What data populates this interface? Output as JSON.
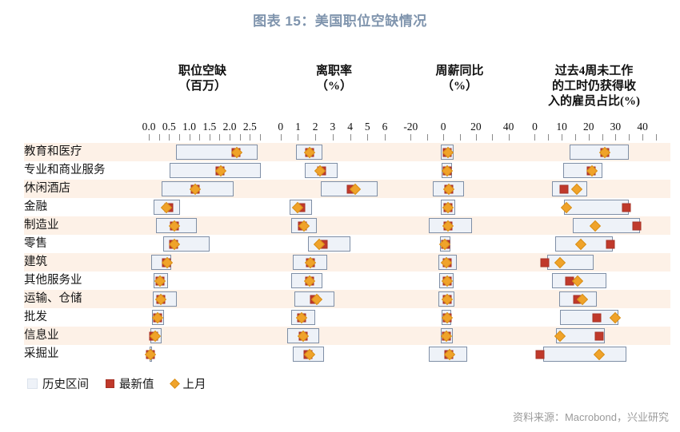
{
  "title": "图表 15：美国职位空缺情况",
  "source": "资料来源：Macrobond，兴业研究",
  "legend": {
    "items": [
      {
        "name": "history-range",
        "label": "历史区间",
        "swatch": "box",
        "color": "#eef2f8"
      },
      {
        "name": "latest-value",
        "label": "最新值",
        "swatch": "square",
        "color": "#c0392b"
      },
      {
        "name": "last-month",
        "label": "上月",
        "swatch": "diamond",
        "color": "#f0a32a"
      }
    ]
  },
  "categories": [
    "教育和医疗",
    "专业和商业服务",
    "休闲酒店",
    "金融",
    "制造业",
    "零售",
    "建筑",
    "其他服务业",
    "运输、仓储",
    "批发",
    "信息业",
    "采掘业"
  ],
  "chart_data": {
    "type": "range-dot",
    "title": "图表 15：美国职位空缺情况",
    "ylabel": "",
    "grid": false,
    "legend_position": "bottom-left",
    "categories": [
      "教育和医疗",
      "专业和商业服务",
      "休闲酒店",
      "金融",
      "制造业",
      "零售",
      "建筑",
      "其他服务业",
      "运输、仓储",
      "批发",
      "信息业",
      "采掘业"
    ],
    "panels": [
      {
        "name": "job-openings",
        "title_lines": [
          "职位空缺",
          "（百万）"
        ],
        "unit": "百万",
        "xlim": [
          -0.2,
          2.85
        ],
        "ticks": [
          0.0,
          0.25,
          0.5,
          0.75,
          1.0,
          1.25,
          1.5,
          1.75,
          2.0,
          2.25,
          2.5,
          2.75
        ],
        "tick_labels": [
          {
            "value": 0.0,
            "text": "0.0"
          },
          {
            "value": 0.5,
            "text": "0.5"
          },
          {
            "value": 1.0,
            "text": "1.0"
          },
          {
            "value": 1.5,
            "text": "1.5"
          },
          {
            "value": 2.0,
            "text": "2.0"
          },
          {
            "value": 2.5,
            "text": "2.5"
          }
        ],
        "rows": [
          {
            "category": "教育和医疗",
            "range": [
              0.68,
              2.7
            ],
            "latest": 2.15,
            "prev": 2.18
          },
          {
            "category": "专业和商业服务",
            "range": [
              0.52,
              2.78
            ],
            "latest": 1.77,
            "prev": 1.78
          },
          {
            "category": "休闲酒店",
            "range": [
              0.32,
              2.1
            ],
            "latest": 1.14,
            "prev": 1.15
          },
          {
            "category": "金融",
            "range": [
              0.12,
              0.78
            ],
            "latest": 0.5,
            "prev": 0.44
          },
          {
            "category": "制造业",
            "range": [
              0.18,
              1.18
            ],
            "latest": 0.64,
            "prev": 0.64
          },
          {
            "category": "零售",
            "range": [
              0.36,
              1.5
            ],
            "latest": 0.62,
            "prev": 0.63
          },
          {
            "category": "建筑",
            "range": [
              0.05,
              0.55
            ],
            "latest": 0.44,
            "prev": 0.45
          },
          {
            "category": "其他服务业",
            "range": [
              0.11,
              0.48
            ],
            "latest": 0.27,
            "prev": 0.27
          },
          {
            "category": "运输、仓储",
            "range": [
              0.1,
              0.7
            ],
            "latest": 0.29,
            "prev": 0.29
          },
          {
            "category": "批发",
            "range": [
              0.07,
              0.37
            ],
            "latest": 0.21,
            "prev": 0.22
          },
          {
            "category": "信息业",
            "range": [
              0.04,
              0.32
            ],
            "latest": 0.12,
            "prev": 0.15
          },
          {
            "category": "采掘业",
            "range": [
              0.01,
              0.05
            ],
            "latest": 0.03,
            "prev": 0.03
          }
        ]
      },
      {
        "name": "quits-rate",
        "title_lines": [
          "离职率",
          "（%）"
        ],
        "unit": "%",
        "xlim": [
          -0.45,
          6.6
        ],
        "ticks": [
          0,
          1,
          2,
          3,
          4,
          5,
          6
        ],
        "tick_labels": [
          {
            "value": 0,
            "text": "0"
          },
          {
            "value": 1,
            "text": "1"
          },
          {
            "value": 2,
            "text": "2"
          },
          {
            "value": 3,
            "text": "3"
          },
          {
            "value": 4,
            "text": "4"
          },
          {
            "value": 5,
            "text": "5"
          },
          {
            "value": 6,
            "text": "6"
          }
        ],
        "rows": [
          {
            "category": "教育和医疗",
            "range": [
              0.9,
              2.4
            ],
            "latest": 1.65,
            "prev": 1.65
          },
          {
            "category": "专业和商业服务",
            "range": [
              1.4,
              3.3
            ],
            "latest": 2.35,
            "prev": 2.25
          },
          {
            "category": "休闲酒店",
            "range": [
              2.3,
              5.6
            ],
            "latest": 4.05,
            "prev": 4.3
          },
          {
            "category": "金融",
            "range": [
              0.5,
              1.8
            ],
            "latest": 1.15,
            "prev": 0.98
          },
          {
            "category": "制造业",
            "range": [
              0.6,
              2.1
            ],
            "latest": 1.25,
            "prev": 1.35
          },
          {
            "category": "零售",
            "range": [
              1.6,
              4.0
            ],
            "latest": 2.45,
            "prev": 2.2
          },
          {
            "category": "建筑",
            "range": [
              0.7,
              2.7
            ],
            "latest": 1.7,
            "prev": 1.7
          },
          {
            "category": "其他服务业",
            "range": [
              0.6,
              2.4
            ],
            "latest": 1.65,
            "prev": 1.68
          },
          {
            "category": "运输、仓储",
            "range": [
              0.8,
              3.1
            ],
            "latest": 1.95,
            "prev": 2.1
          },
          {
            "category": "批发",
            "range": [
              0.6,
              2.0
            ],
            "latest": 1.22,
            "prev": 1.22
          },
          {
            "category": "信息业",
            "range": [
              0.4,
              2.2
            ],
            "latest": 1.28,
            "prev": 1.28
          },
          {
            "category": "采掘业",
            "range": [
              0.7,
              2.5
            ],
            "latest": 1.6,
            "prev": 1.66
          }
        ]
      },
      {
        "name": "weekly-earnings-yoy",
        "title_lines": [
          "周薪同比",
          "（%）"
        ],
        "unit": "%",
        "xlim": [
          -28,
          48
        ],
        "ticks": [
          -20,
          -10,
          0,
          10,
          20,
          30,
          40
        ],
        "tick_labels": [
          {
            "value": -20,
            "text": "-20"
          },
          {
            "value": 0,
            "text": "0"
          },
          {
            "value": 20,
            "text": "20"
          },
          {
            "value": 40,
            "text": "40"
          }
        ],
        "rows": [
          {
            "category": "教育和医疗",
            "range": [
              -1.5,
              6.5
            ],
            "latest": 2.6,
            "prev": 3.0
          },
          {
            "category": "专业和商业服务",
            "range": [
              -1.0,
              5.5
            ],
            "latest": 2.3,
            "prev": 2.3
          },
          {
            "category": "休闲酒店",
            "range": [
              -6.5,
              12.5
            ],
            "latest": 3.2,
            "prev": 3.2
          },
          {
            "category": "金融",
            "range": [
              -1.5,
              7.5
            ],
            "latest": 3.0,
            "prev": 3.0
          },
          {
            "category": "制造业",
            "range": [
              -9.0,
              17.5
            ],
            "latest": 3.1,
            "prev": 3.1
          },
          {
            "category": "零售",
            "range": [
              -1.8,
              4.5
            ],
            "latest": 1.2,
            "prev": 0.8
          },
          {
            "category": "建筑",
            "range": [
              -3.0,
              8.5
            ],
            "latest": 2.3,
            "prev": 2.0
          },
          {
            "category": "其他服务业",
            "range": [
              -2.5,
              6.5
            ],
            "latest": 2.4,
            "prev": 2.4
          },
          {
            "category": "运输、仓储",
            "range": [
              -2.8,
              7.0
            ],
            "latest": 2.6,
            "prev": 2.6
          },
          {
            "category": "批发",
            "range": [
              -1.2,
              5.0
            ],
            "latest": 2.2,
            "prev": 2.2
          },
          {
            "category": "信息业",
            "range": [
              -1.5,
              6.0
            ],
            "latest": 2.0,
            "prev": 1.7
          },
          {
            "category": "采掘业",
            "range": [
              -9.0,
              14.5
            ],
            "latest": 3.4,
            "prev": 3.8
          }
        ]
      },
      {
        "name": "paid-hours-not-worked-share",
        "title_lines": [
          "过去4周未工作",
          "的工时仍获得收",
          "入的雇员占比(%)"
        ],
        "unit": "%",
        "xlim": [
          -4,
          48
        ],
        "ticks": [
          0,
          5,
          10,
          15,
          20,
          25,
          30,
          35,
          40,
          45
        ],
        "tick_labels": [
          {
            "value": 0,
            "text": "0"
          },
          {
            "value": 10,
            "text": "10"
          },
          {
            "value": 20,
            "text": "20"
          },
          {
            "value": 30,
            "text": "30"
          },
          {
            "value": 40,
            "text": "40"
          }
        ],
        "rows": [
          {
            "category": "教育和医疗",
            "range": [
              13.0,
              35.0
            ],
            "latest": 26.0,
            "prev": 26.0
          },
          {
            "category": "专业和商业服务",
            "range": [
              10.5,
              25.0
            ],
            "latest": 21.0,
            "prev": 21.3
          },
          {
            "category": "休闲酒店",
            "range": [
              6.5,
              19.5
            ],
            "latest": 11.0,
            "prev": 15.5
          },
          {
            "category": "金融",
            "range": [
              11.0,
              35.0
            ],
            "latest": 34.0,
            "prev": 11.8
          },
          {
            "category": "制造业",
            "range": [
              14.0,
              39.0
            ],
            "latest": 38.0,
            "prev": 22.5
          },
          {
            "category": "零售",
            "range": [
              7.5,
              29.0
            ],
            "latest": 28.0,
            "prev": 17.0
          },
          {
            "category": "建筑",
            "range": [
              4.5,
              22.0
            ],
            "latest": 3.8,
            "prev": 9.5
          },
          {
            "category": "其他服务业",
            "range": [
              6.5,
              26.5
            ],
            "latest": 13.0,
            "prev": 15.8
          },
          {
            "category": "运输、仓储",
            "range": [
              9.0,
              23.0
            ],
            "latest": 16.0,
            "prev": 17.8
          },
          {
            "category": "批发",
            "range": [
              9.5,
              31.0
            ],
            "latest": 23.0,
            "prev": 30.0
          },
          {
            "category": "信息业",
            "range": [
              8.0,
              26.0
            ],
            "latest": 24.0,
            "prev": 9.5
          },
          {
            "category": "采掘业",
            "range": [
              3.0,
              34.0
            ],
            "latest": 2.0,
            "prev": 24.0
          }
        ]
      }
    ]
  }
}
